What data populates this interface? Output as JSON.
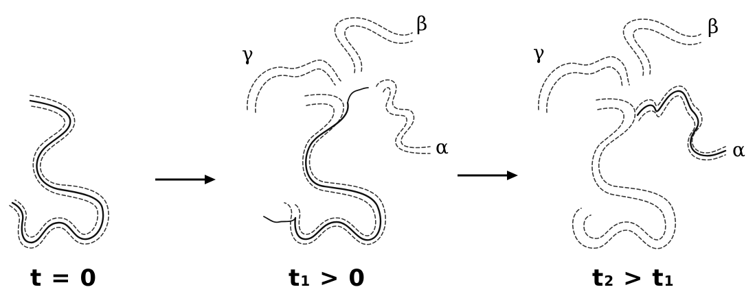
{
  "panels": [
    {
      "label": "t = 0"
    },
    {
      "label_main": "t",
      "label_sub": "1",
      "label_rest": " > 0"
    },
    {
      "label_main": "t",
      "label_sub": "2",
      "label_rest": " > t",
      "label_sub2": "1"
    }
  ],
  "tube_labels": {
    "alpha": "α",
    "beta": "β",
    "gamma": "γ"
  }
}
